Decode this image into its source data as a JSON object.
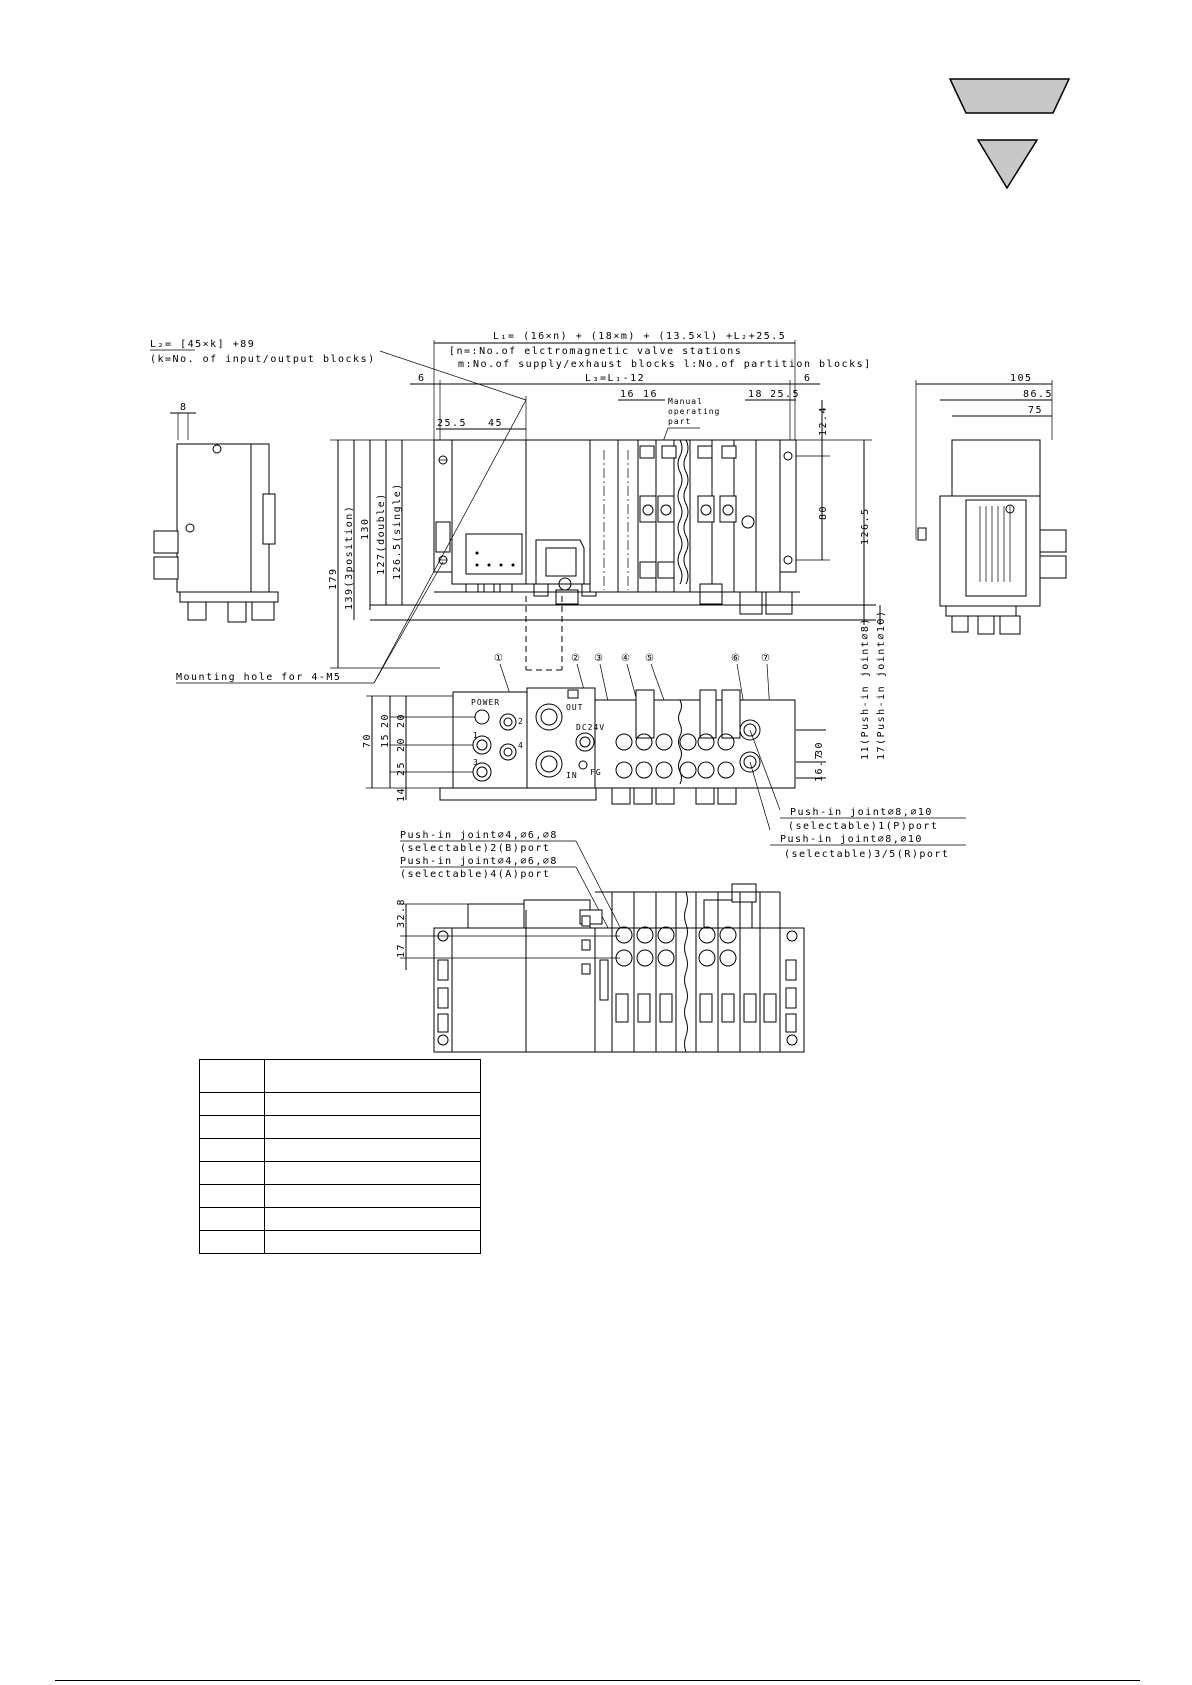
{
  "dimensions": {
    "l2_formula": "L₂= [45×k] +89",
    "l2_note": "(k=No. of input/output blocks)",
    "l1_formula": "L₁= (16×n) + (18×m) + (13.5×l) +L₂+25.5",
    "n_note": "[n=:No.of elctromagnetic valve stations",
    "m_note": "m:No.of supply/exhaust blocks l:No.of partition blocks]",
    "l3_formula": "L₃=L₁-12",
    "manual_label_1": "Manual",
    "manual_label_2": "operating",
    "manual_label_3": "part",
    "d6a": "6",
    "d6b": "6",
    "d16a": "16",
    "d16b": "16",
    "d18": "18",
    "d25_5r": "25.5",
    "d25_5": "25.5",
    "d45": "45",
    "d8": "8",
    "d105": "105",
    "d86_5": "86.5",
    "d75": "75",
    "d12_4": "12.4",
    "d80": "80",
    "d126_5r": "126.5",
    "d179": "179",
    "d139": "139(3position)",
    "d130": "130",
    "d127": "127(double)",
    "d126_5": "126.5(single)",
    "d11": "11(Push-in joint⌀8)",
    "d17r": "17(Push-in joint⌀10)",
    "mounting": "Mounting hole for 4-M5",
    "d70": "70",
    "d20a": "20",
    "d20b": "20",
    "d20c": "20",
    "d25": "25",
    "d15": "15",
    "d14": "14",
    "d30": "30",
    "d16_7": "16.7",
    "d32_8": "32.8",
    "d17": "17"
  },
  "callouts": [
    "①",
    "②",
    "③",
    "④",
    "⑤",
    "⑥",
    "⑦"
  ],
  "panel": {
    "power": "POWER",
    "out": "OUT",
    "in": "IN",
    "dc24v": "DC24V",
    "fg": "FG",
    "p1": "1",
    "p2": "2",
    "p3": "3",
    "p4": "4"
  },
  "ports": {
    "p1_line1": "Push-in joint⌀8,⌀10",
    "p1_line2": "(selectable)1(P)port",
    "p35_line1": "Push-in joint⌀8,⌀10",
    "p35_line2": "(selectable)3/5(R)port",
    "b_line1": "Push-in joint⌀4,⌀6,⌀8",
    "b_line2": "(selectable)2(B)port",
    "a_line1": "Push-in joint⌀4,⌀6,⌀8",
    "a_line2": "(selectable)4(A)port"
  },
  "colors": {
    "triangle": "#c8c8c8",
    "line": "#000000"
  },
  "icons": [
    "triangle-down-icon"
  ]
}
